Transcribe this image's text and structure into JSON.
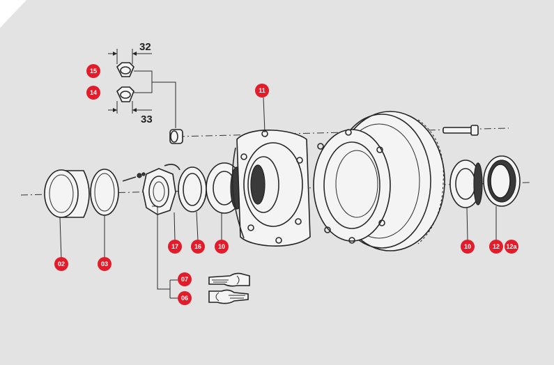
{
  "colors": {
    "background": "#e3e3e3",
    "corner": "#ffffff",
    "badge": "#e21d2b",
    "badge_text": "#ffffff",
    "line": "#2a2a2a"
  },
  "dimensions": {
    "top": "32",
    "bottom": "33"
  },
  "callouts": [
    {
      "id": "15",
      "label": "15"
    },
    {
      "id": "14",
      "label": "14"
    },
    {
      "id": "11",
      "label": "11"
    },
    {
      "id": "02",
      "label": "02"
    },
    {
      "id": "03",
      "label": "03"
    },
    {
      "id": "17",
      "label": "17"
    },
    {
      "id": "16",
      "label": "16"
    },
    {
      "id": "10a",
      "label": "10"
    },
    {
      "id": "10b",
      "label": "10"
    },
    {
      "id": "12",
      "label": "12"
    },
    {
      "id": "12a",
      "label": "12a"
    },
    {
      "id": "07",
      "label": "07"
    },
    {
      "id": "06",
      "label": "06"
    }
  ],
  "icons": [
    "hand-pointing-left-icon",
    "hand-pointing-right-icon"
  ]
}
